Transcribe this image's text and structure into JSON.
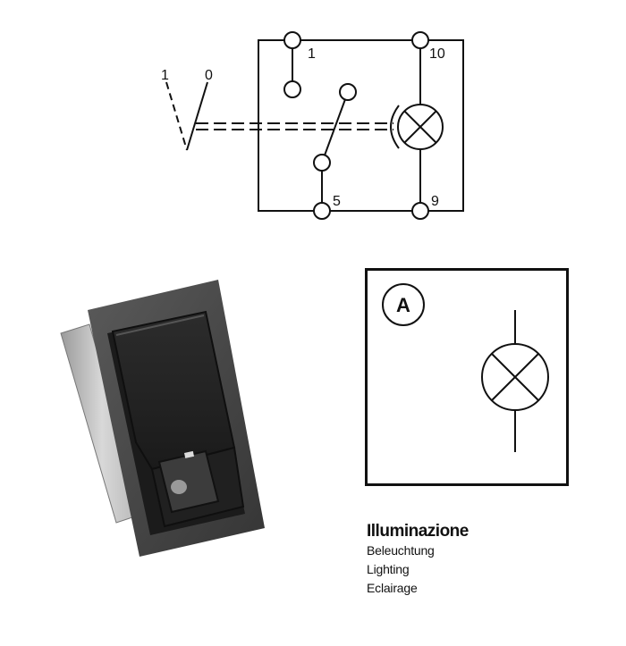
{
  "schematic": {
    "positions": {
      "on": "1",
      "off": "0"
    },
    "terminals": {
      "t1": "1",
      "t10": "10",
      "t5": "5",
      "t9": "9"
    }
  },
  "symbol": {
    "badge": "A"
  },
  "legend": {
    "title": "Illuminazione",
    "lines": [
      "Beleuchtung",
      "Lighting",
      "Eclairage"
    ]
  },
  "colors": {
    "line": "#111111",
    "panel": "#4a4a4a",
    "rocker": "#2a2a2a",
    "housing": "#cfcfcf"
  }
}
